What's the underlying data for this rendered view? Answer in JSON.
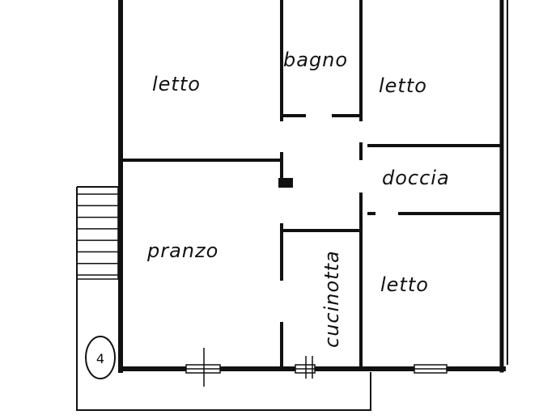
{
  "plan": {
    "background": "#ffffff",
    "ink": "#111111",
    "rooms": [
      {
        "id": "letto-nw",
        "label": "letto"
      },
      {
        "id": "bagno",
        "label": "bagno"
      },
      {
        "id": "letto-ne",
        "label": "letto"
      },
      {
        "id": "doccia",
        "label": "doccia"
      },
      {
        "id": "pranzo",
        "label": "pranzo"
      },
      {
        "id": "cucinotta",
        "label": "cucinotta"
      },
      {
        "id": "letto-se",
        "label": "letto"
      }
    ],
    "features": {
      "stair_steps": 8,
      "corner_marker": "circled-number-icon"
    }
  }
}
